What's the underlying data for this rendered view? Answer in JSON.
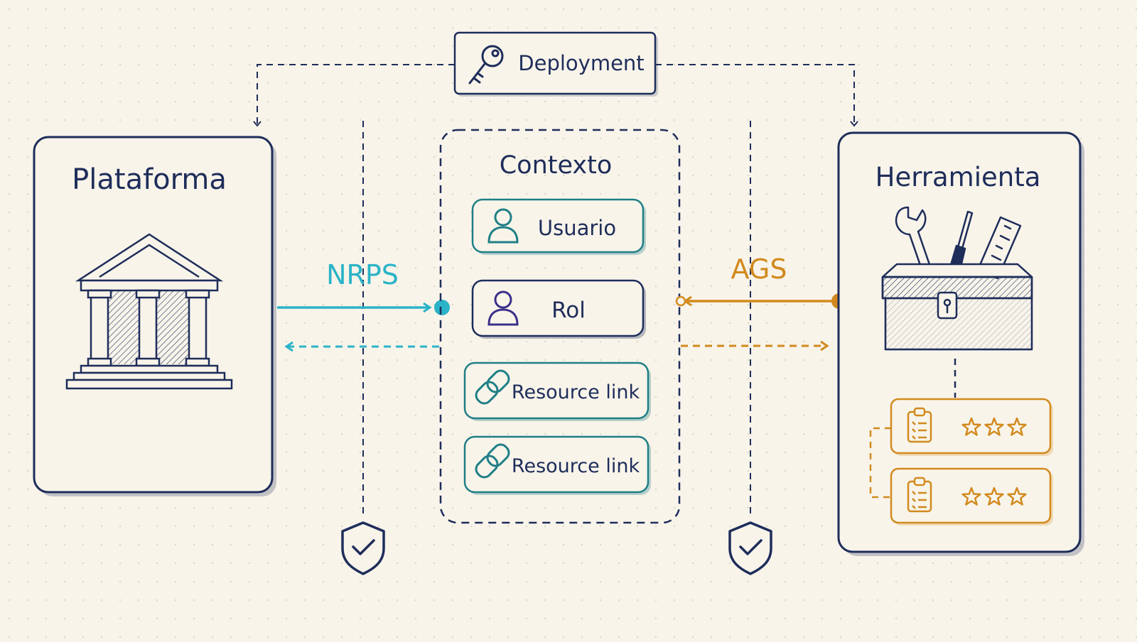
{
  "deployment": {
    "label": "Deployment"
  },
  "platform": {
    "title": "Plataforma"
  },
  "context": {
    "title": "Contexto",
    "items": [
      {
        "label": "Usuario"
      },
      {
        "label": "Rol"
      },
      {
        "label": "Resource link"
      },
      {
        "label": "Resource link"
      }
    ]
  },
  "tool": {
    "title": "Herramienta",
    "grades": [
      {
        "stars": 3
      },
      {
        "stars": 3
      }
    ]
  },
  "services": {
    "nrps": "NRPS",
    "ags": "AGS"
  },
  "colors": {
    "navy": "#1e2d5a",
    "teal": "#2bb3c8",
    "teal_dark": "#1f7f86",
    "purple": "#3b2f8a",
    "orange": "#d28a1e",
    "background": "#f8f4ea"
  }
}
